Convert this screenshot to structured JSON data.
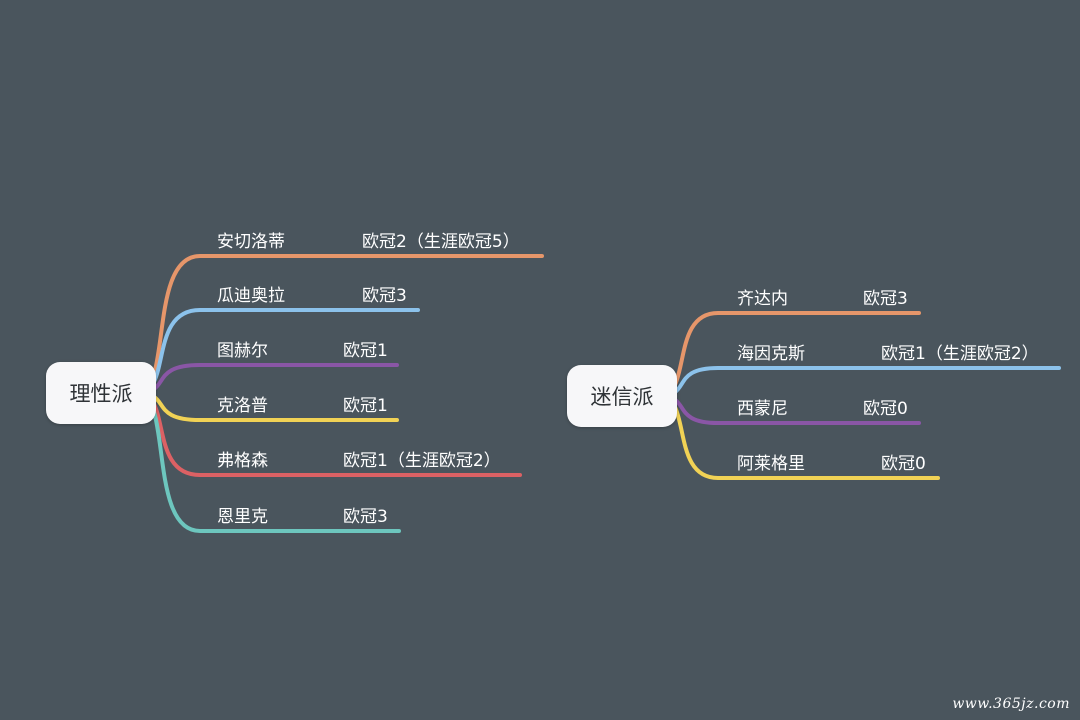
{
  "maps": [
    {
      "root": "理性派",
      "branches": [
        {
          "name": "安切洛蒂",
          "value": "欧冠2（生涯欧冠5）",
          "color": "#e6966a"
        },
        {
          "name": "瓜迪奥拉",
          "value": "欧冠3",
          "color": "#8cc2eb"
        },
        {
          "name": "图赫尔",
          "value": "欧冠1",
          "color": "#8a56a6"
        },
        {
          "name": "克洛普",
          "value": "欧冠1",
          "color": "#f1d255"
        },
        {
          "name": "弗格森",
          "value": "欧冠1（生涯欧冠2）",
          "color": "#dc6164"
        },
        {
          "name": "恩里克",
          "value": "欧冠3",
          "color": "#6dc6be"
        }
      ]
    },
    {
      "root": "迷信派",
      "branches": [
        {
          "name": "齐达内",
          "value": "欧冠3",
          "color": "#e6966a"
        },
        {
          "name": "海因克斯",
          "value": "欧冠1（生涯欧冠2）",
          "color": "#8cc2eb"
        },
        {
          "name": "西蒙尼",
          "value": "欧冠0",
          "color": "#8a56a6"
        },
        {
          "name": "阿莱格里",
          "value": "欧冠0",
          "color": "#f1d255"
        }
      ]
    }
  ],
  "watermark": "www.365jz.com"
}
